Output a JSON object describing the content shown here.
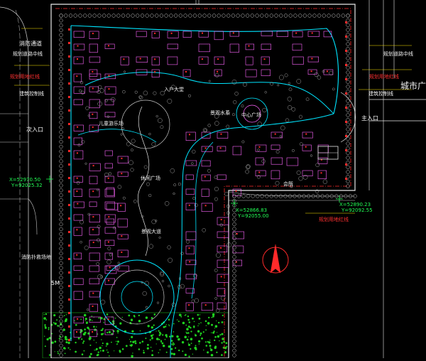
{
  "plan": {
    "colors": {
      "background": "#000000",
      "boundary": "#e8e8e8",
      "road": "#00e5ff",
      "redline": "#ff2a2a",
      "building": "#ff66ff",
      "tree": "#c8c8c8",
      "greenery": "#1fd11f",
      "yellow": "#ffe600",
      "text_red": "#ff3030",
      "text_white": "#f2f2f2",
      "text_green": "#22ff55"
    },
    "labels": {
      "fire_lane": "消防通道",
      "planned_road_center_left": "规划道路中线",
      "planned_land_redline_left": "规划用地红线",
      "building_control_line_left": "建筑控制线",
      "secondary_entrance": "次入口",
      "planned_road_center_right": "规划道路中线",
      "planned_land_redline_right": "规划用地红线",
      "building_control_line_right": "建筑控制线",
      "city_square": "城市广",
      "main_entrance": "主入口",
      "planned_land_redline_bottom": "规划用地红线",
      "left_coord_x": "X=52970.50",
      "left_coord_y": "Y=92025.32",
      "mid_coord_x": "X=52866.83",
      "mid_coord_y": "Y=92055.00",
      "right_coord_x": "X=52890.23",
      "right_coord_y": "Y=92092.55",
      "left_small_a": "消防扑救场地",
      "left_small_b": "5M",
      "inner_a": "入户大堂",
      "inner_b": "景观水系",
      "inner_c": "中心广场",
      "inner_d": "儿童游乐场",
      "inner_e": "休闲广场",
      "inner_f": "会所",
      "inner_g": "景观大道"
    }
  }
}
